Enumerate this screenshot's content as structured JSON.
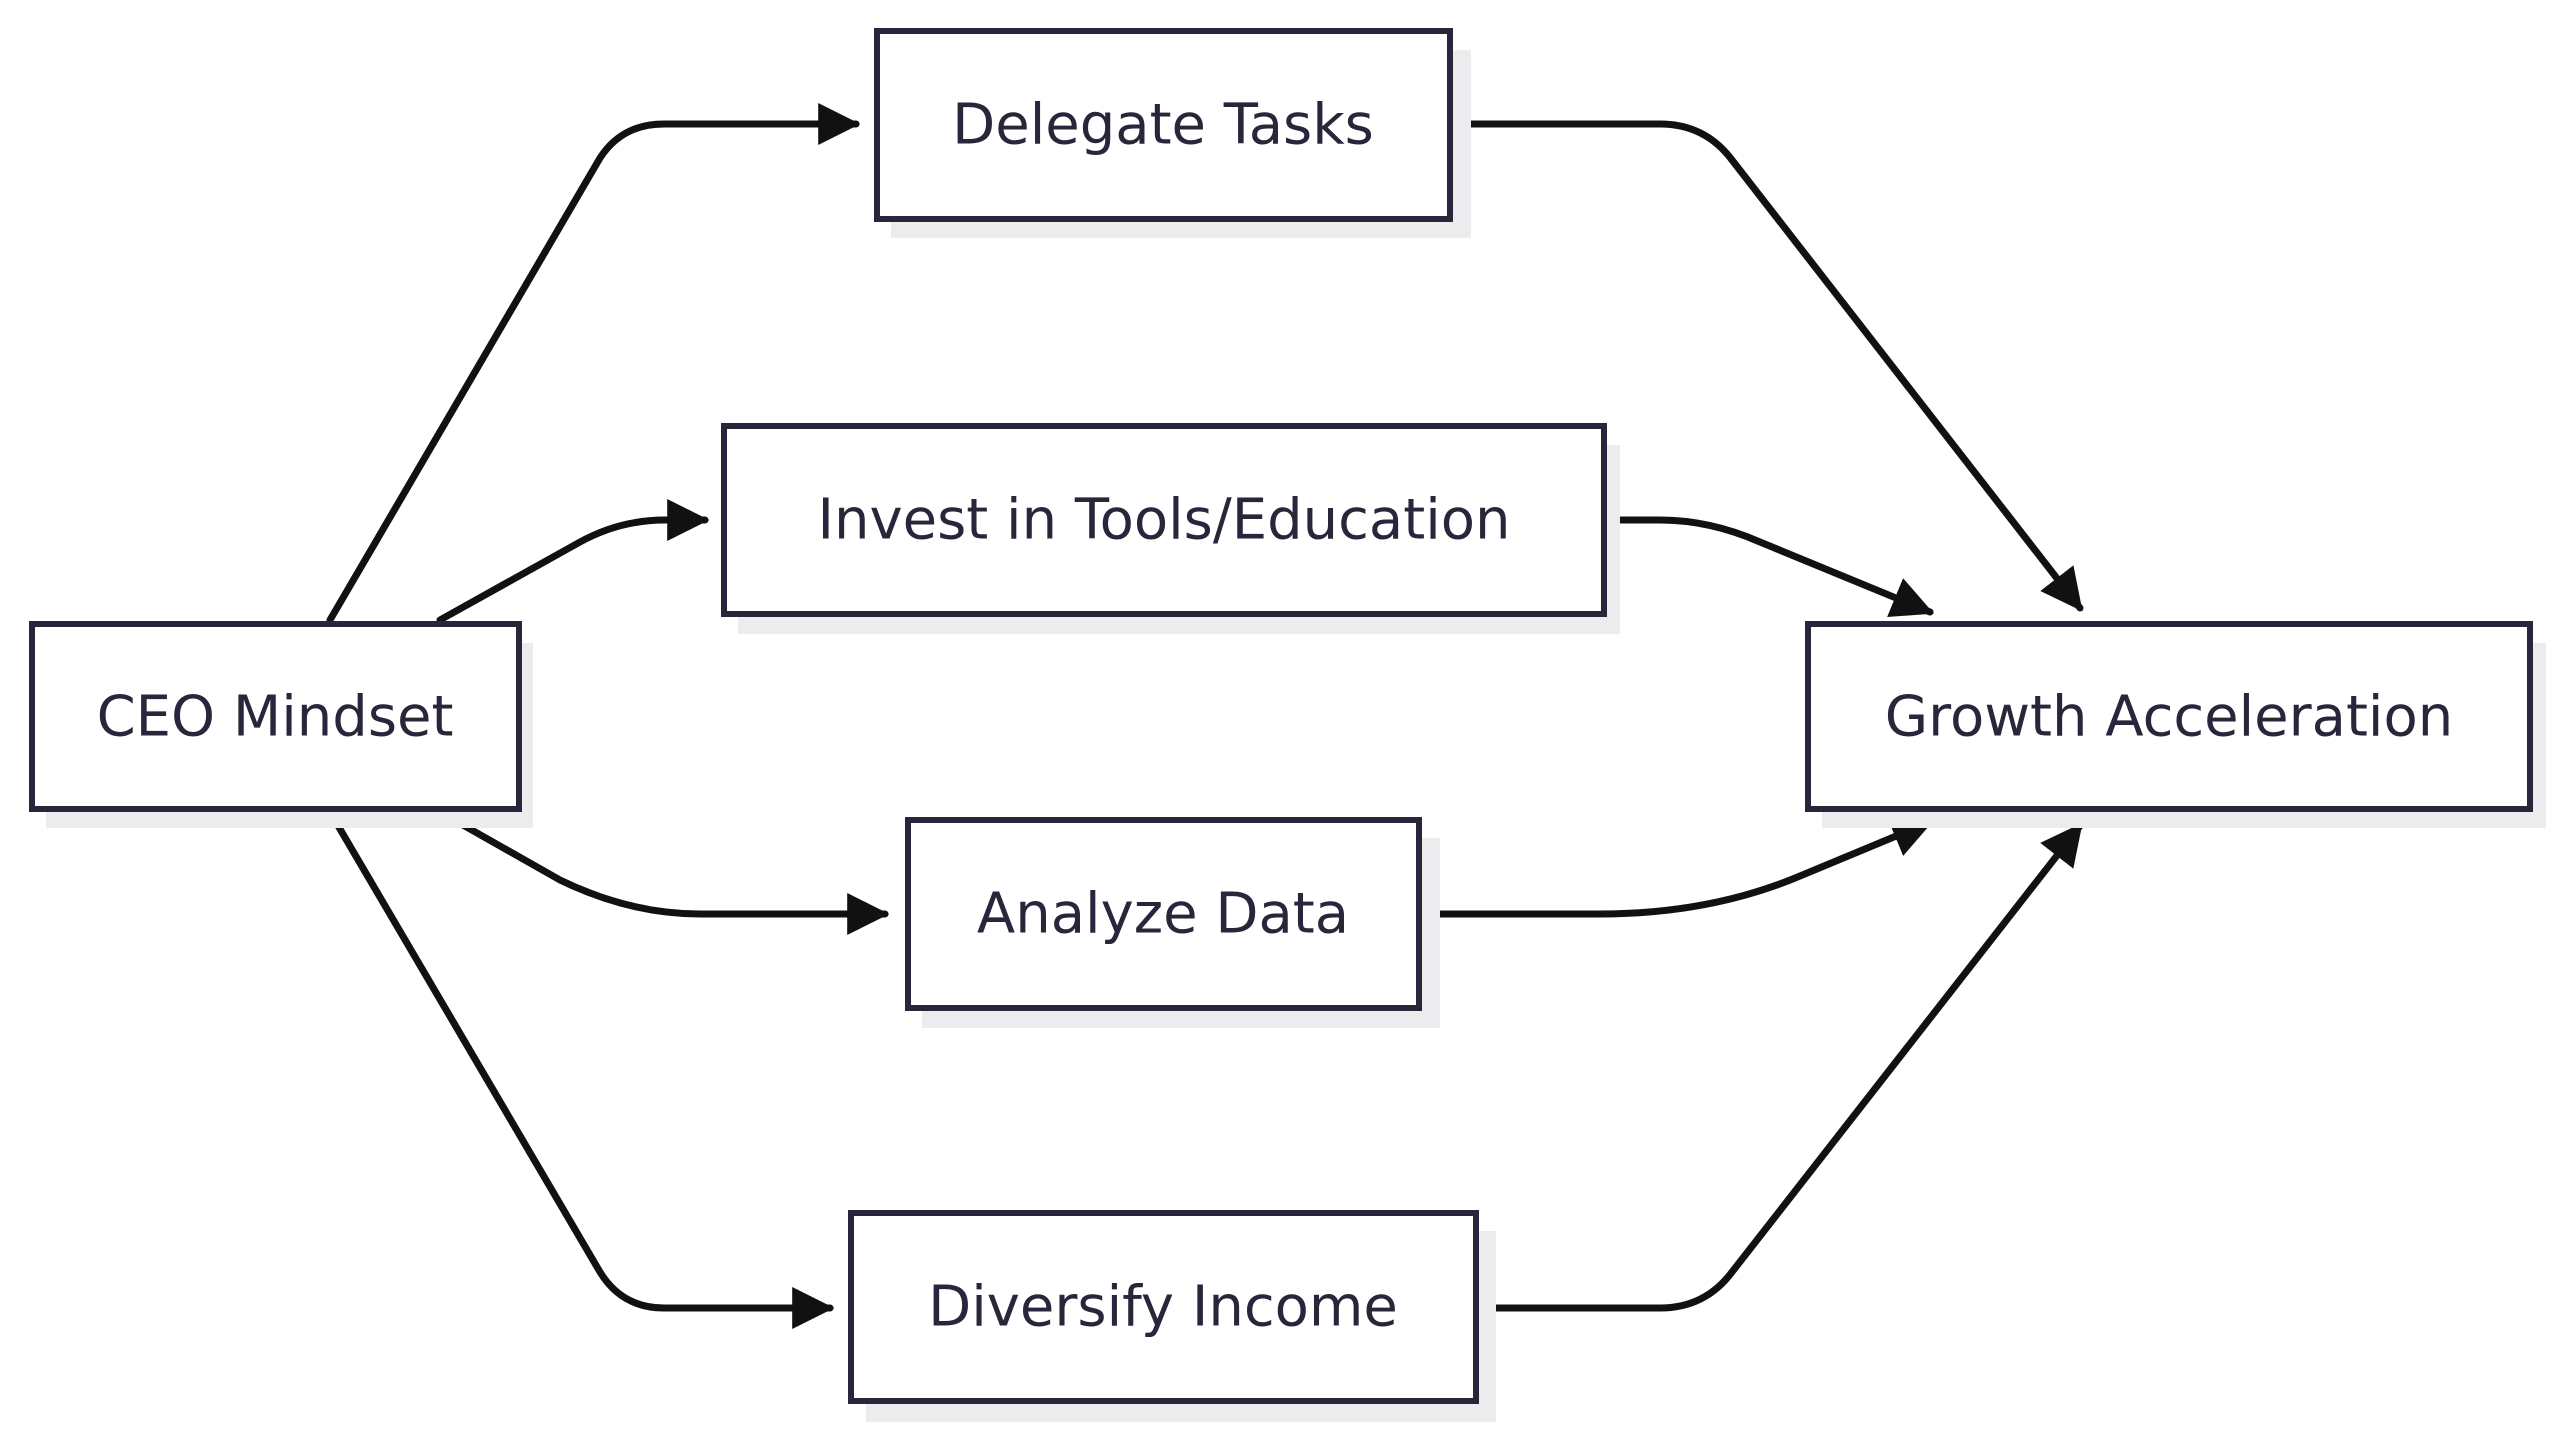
{
  "diagram": {
    "type": "flowchart",
    "nodes": [
      {
        "id": "ceo",
        "label": "CEO Mindset"
      },
      {
        "id": "delegate",
        "label": "Delegate Tasks"
      },
      {
        "id": "invest",
        "label": "Invest in Tools/Education"
      },
      {
        "id": "analyze",
        "label": "Analyze Data"
      },
      {
        "id": "diversify",
        "label": "Diversify Income"
      },
      {
        "id": "growth",
        "label": "Growth Acceleration"
      }
    ],
    "edges": [
      {
        "from": "ceo",
        "to": "delegate"
      },
      {
        "from": "ceo",
        "to": "invest"
      },
      {
        "from": "ceo",
        "to": "analyze"
      },
      {
        "from": "ceo",
        "to": "diversify"
      },
      {
        "from": "delegate",
        "to": "growth"
      },
      {
        "from": "invest",
        "to": "growth"
      },
      {
        "from": "analyze",
        "to": "growth"
      },
      {
        "from": "diversify",
        "to": "growth"
      }
    ],
    "colors": {
      "node_border": "#27263a",
      "node_fill": "#ffffff",
      "node_shadow": "#ececef",
      "text": "#27263a",
      "edge": "#111111"
    }
  }
}
